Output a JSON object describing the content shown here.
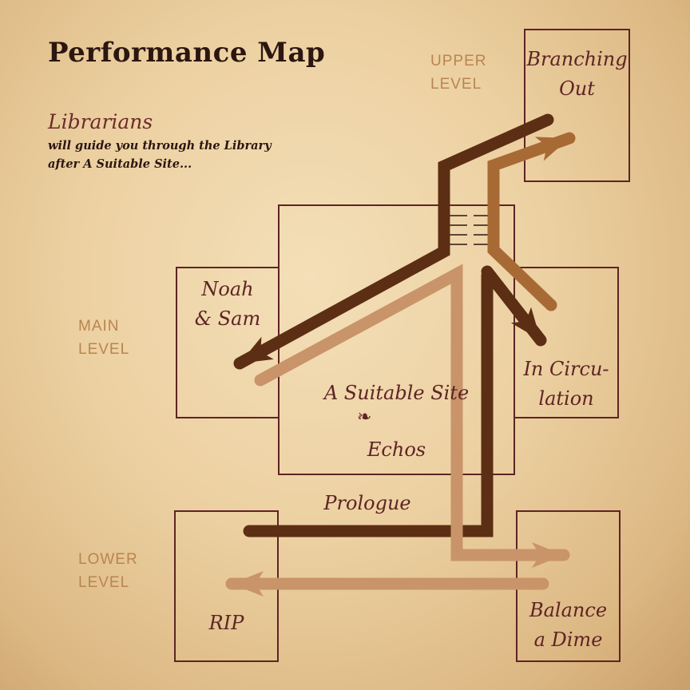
{
  "title": "Performance Map",
  "note": {
    "heading": "Librarians",
    "line1": "will guide you through the Library",
    "line2": "after A Suitable Site..."
  },
  "levels": {
    "upper": [
      "UPPER",
      "LEVEL"
    ],
    "main": [
      "MAIN",
      "LEVEL"
    ],
    "lower": [
      "LOWER",
      "LEVEL"
    ]
  },
  "rooms": {
    "branching_out": [
      "Branching",
      "Out"
    ],
    "noah_sam": [
      "Noah",
      "& Sam"
    ],
    "in_circulation": [
      "In Circu-",
      "lation"
    ],
    "suitable_site": [
      "A Suitable Site",
      "Echos"
    ],
    "prologue": "Prologue",
    "rip": "RIP",
    "balance_dime": [
      "Balance",
      "a Dime"
    ]
  },
  "ornament": "❧",
  "colors": {
    "dark_path": "#5c2e14",
    "medium_path": "#a86a35",
    "light_path": "#c9946a",
    "outline": "#5e2424"
  }
}
